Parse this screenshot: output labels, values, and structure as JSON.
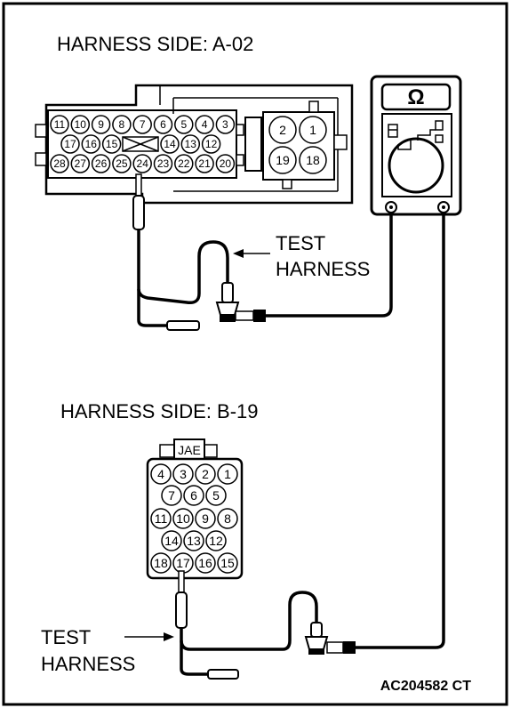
{
  "labels": {
    "harness_a": "HARNESS SIDE: A-02",
    "harness_b": "HARNESS SIDE: B-19",
    "test_harness_top_1": "TEST",
    "test_harness_top_2": "HARNESS",
    "test_harness_bottom_1": "TEST",
    "test_harness_bottom_2": "HARNESS",
    "meter_symbol": "Ω",
    "connector_b_tag": "JAE",
    "figure_code": "AC204582 CT"
  },
  "connector_a": {
    "row1": [
      "11",
      "10",
      "9",
      "8",
      "7",
      "6",
      "5",
      "4",
      "3"
    ],
    "row2_left": [
      "17",
      "16",
      "15"
    ],
    "row2_right": [
      "14",
      "13",
      "12"
    ],
    "row3": [
      "28",
      "27",
      "26",
      "25",
      "24",
      "23",
      "22",
      "21",
      "20"
    ],
    "big": [
      "2",
      "1",
      "19",
      "18"
    ]
  },
  "connector_b": {
    "row1": [
      "4",
      "3",
      "2",
      "1"
    ],
    "row2": [
      "7",
      "6",
      "5"
    ],
    "row3": [
      "11",
      "10",
      "9",
      "8"
    ],
    "row4": [
      "14",
      "13",
      "12"
    ],
    "row5": [
      "18",
      "17",
      "16",
      "15"
    ]
  }
}
